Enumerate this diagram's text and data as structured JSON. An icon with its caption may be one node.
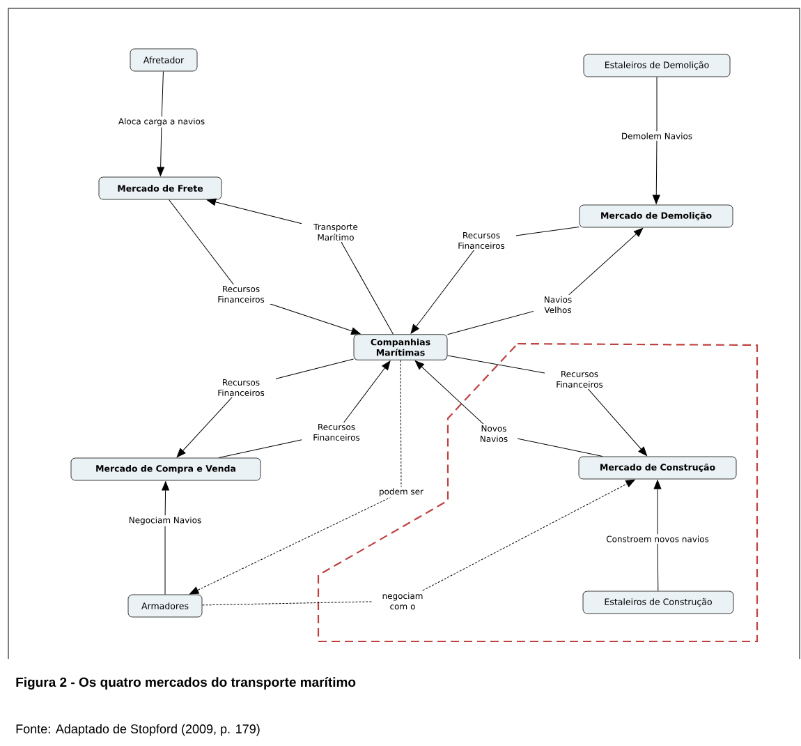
{
  "diagram": {
    "caption": "Figura 2 - Os quatro mercados do transporte marítimo",
    "nodes": [
      {
        "text": [
          "Afretador"
        ]
      },
      {
        "text": [
          "Estaleiros de Demolição"
        ]
      },
      {
        "text": [
          "Mercado de Frete"
        ]
      },
      {
        "text": [
          "Mercado de Demolição"
        ]
      },
      {
        "text": [
          "Companhias Marítimas"
        ]
      },
      {
        "text": [
          "Mercado de Compra e Venda"
        ]
      },
      {
        "text": [
          "Mercado de Construção"
        ]
      },
      {
        "text": [
          "Armadores"
        ]
      },
      {
        "text": [
          "Estaleiros de Construção"
        ]
      }
    ],
    "edges": [
      {
        "from": 0,
        "to": 2,
        "arrow": "to",
        "label": "Aloca carga a navios"
      },
      {
        "from": 1,
        "to": 3,
        "arrow": "to",
        "label": "Demolem Navios"
      },
      {
        "from": 4,
        "to": 2,
        "arrow": "to",
        "label": "Transporte Marítimo"
      },
      {
        "from": 2,
        "to": 4,
        "arrow": "to",
        "label": "Recursos Financeiros"
      },
      {
        "from": 3,
        "to": 4,
        "arrow": "to",
        "label": "Recursos Financeiros"
      },
      {
        "from": 4,
        "to": 3,
        "arrow": "to",
        "label": "Navios Velhos"
      },
      {
        "from": 4,
        "to": 5,
        "arrow": "to",
        "label": "Recursos Financeiros"
      },
      {
        "from": 5,
        "to": 4,
        "arrow": "to",
        "label": "Recursos Financeiros"
      },
      {
        "from": 4,
        "to": 7,
        "arrow": "to",
        "label": "podem ser",
        "style": "dashed"
      },
      {
        "from": 6,
        "to": 4,
        "arrow": "to",
        "label": "Novos Navios"
      },
      {
        "from": 4,
        "to": 6,
        "arrow": "to",
        "label": "Recursos Financeiros"
      },
      {
        "from": 7,
        "to": 5,
        "arrow": "to",
        "label": "Negociam Navios"
      },
      {
        "from": 7,
        "to": 6,
        "arrow": "to",
        "label": "negociam com o",
        "style": "dashed"
      },
      {
        "from": 8,
        "to": 6,
        "arrow": "to",
        "label": "Constroem novos navios"
      }
    ],
    "labels": [
      "Fonte: Adaptado de Stopford (2009, p. 179)"
    ]
  }
}
